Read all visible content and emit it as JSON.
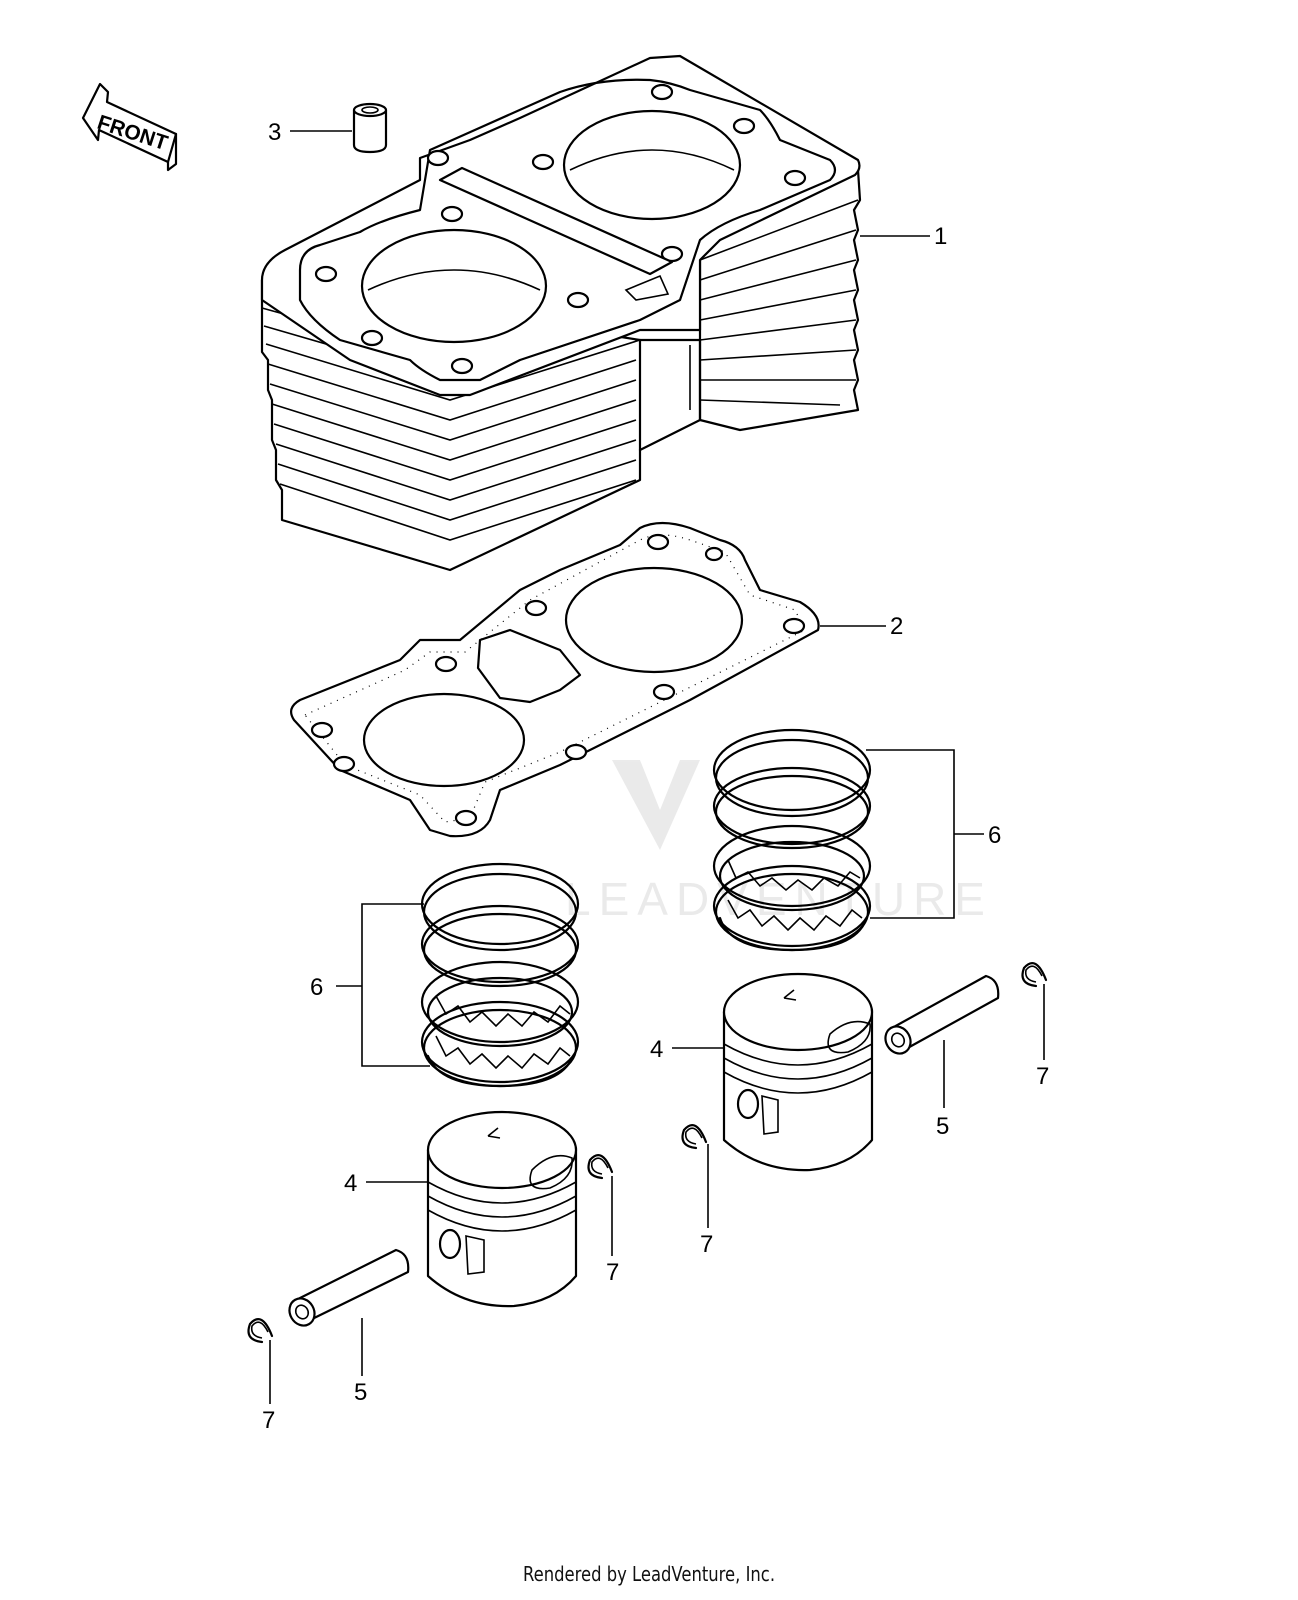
{
  "front_arrow": {
    "label": "FRONT"
  },
  "callouts": [
    {
      "id": "cylinder",
      "number": "1"
    },
    {
      "id": "gasket",
      "number": "2"
    },
    {
      "id": "dowel-pin",
      "number": "3"
    },
    {
      "id": "piston-right",
      "number": "4"
    },
    {
      "id": "piston-left",
      "number": "4"
    },
    {
      "id": "piston-pin-right",
      "number": "5"
    },
    {
      "id": "piston-pin-left",
      "number": "5"
    },
    {
      "id": "ring-set-right",
      "number": "6"
    },
    {
      "id": "ring-set-left",
      "number": "6"
    },
    {
      "id": "snap-ring-a",
      "number": "7"
    },
    {
      "id": "snap-ring-b",
      "number": "7"
    },
    {
      "id": "snap-ring-c",
      "number": "7"
    },
    {
      "id": "snap-ring-d",
      "number": "7"
    }
  ],
  "watermark": {
    "text": "LEADVENTURE"
  },
  "footer": {
    "text": "Rendered by LeadVenture, Inc."
  }
}
